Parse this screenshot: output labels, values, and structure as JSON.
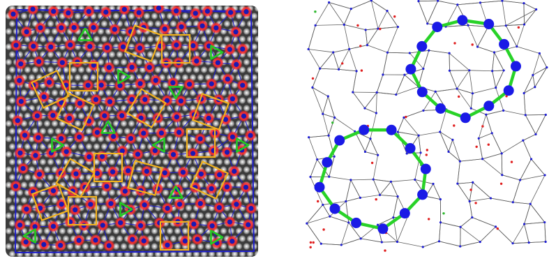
{
  "colors": {
    "background": "#ffffff",
    "lattice_edges": "#1c1ccc",
    "atom_glow": "#ff2a2a",
    "atom_core": "#1a1ab4",
    "square_motif": "#f2b21c",
    "triangle_motif": "#22cc22",
    "voronoi_edges": "#6b6b6b",
    "vertex_dot": "#1e1ed2",
    "ring_nodes": "#1a1ae6",
    "ring_edges": "#28d228",
    "center_red": "#e01e1e",
    "center_green": "#2eb82e"
  },
  "left_panel": {
    "description_shown": false,
    "motifs": [
      "square-motif",
      "triangle-motif"
    ]
  },
  "right_panel": {
    "rings": [
      "upper-ring",
      "lower-ring"
    ],
    "ring_node_counts": [
      12,
      12
    ]
  }
}
